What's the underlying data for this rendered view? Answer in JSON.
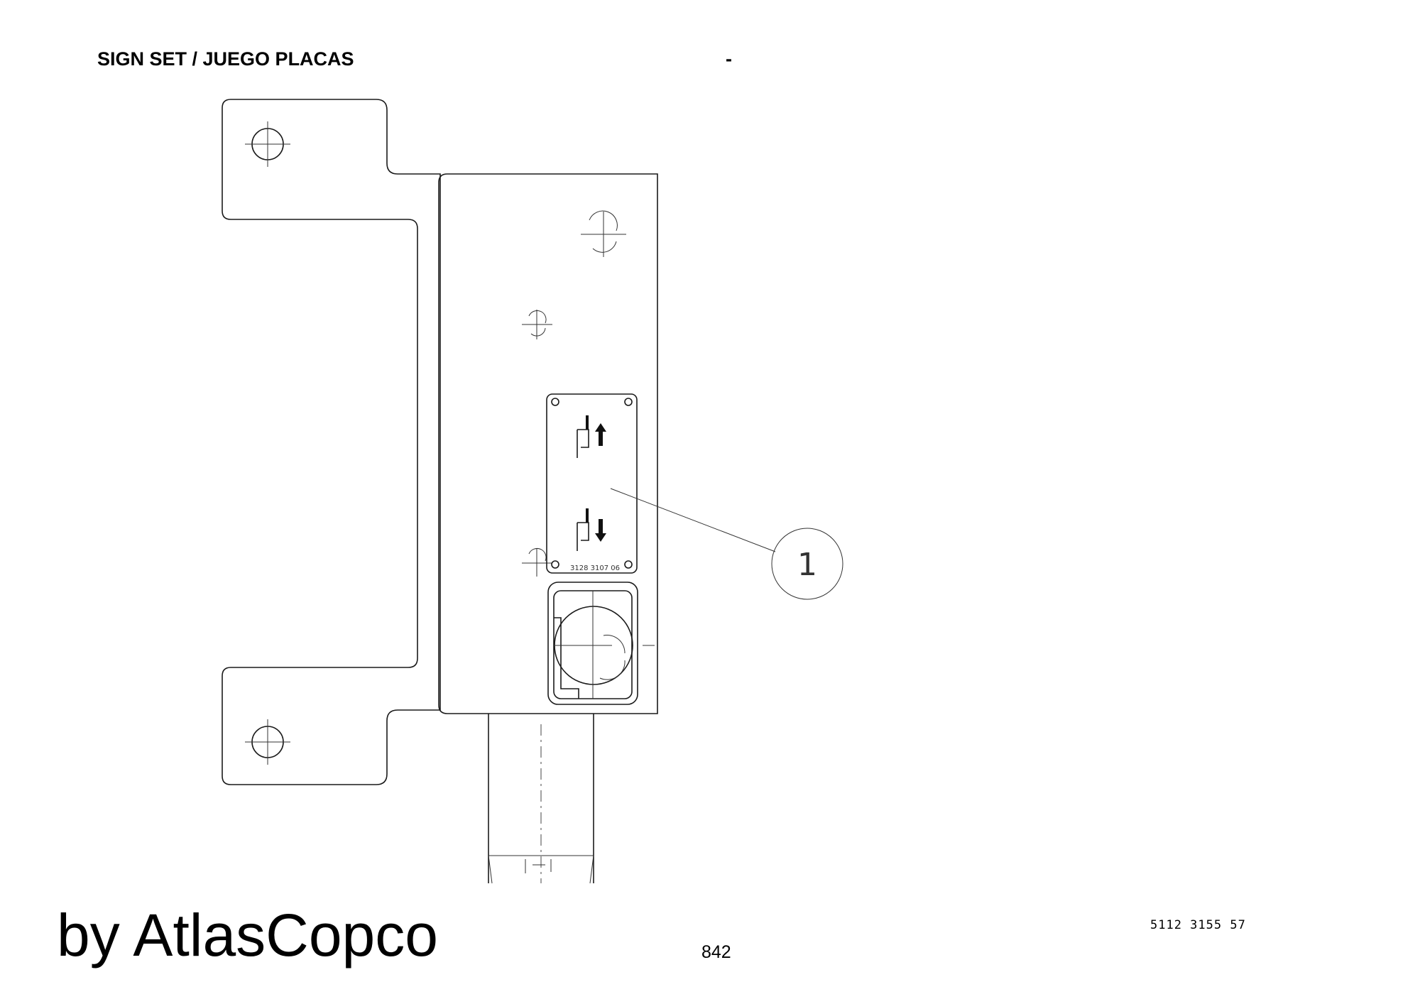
{
  "header": {
    "title": "SIGN SET / JUEGO PLACAS",
    "dash": "-"
  },
  "diagram": {
    "callout_number": "1",
    "sign_part_number": "3128 3107 06"
  },
  "footer": {
    "brand": "by AtlasCopco",
    "page_number": "842",
    "part_number": "5112 3155 57"
  }
}
